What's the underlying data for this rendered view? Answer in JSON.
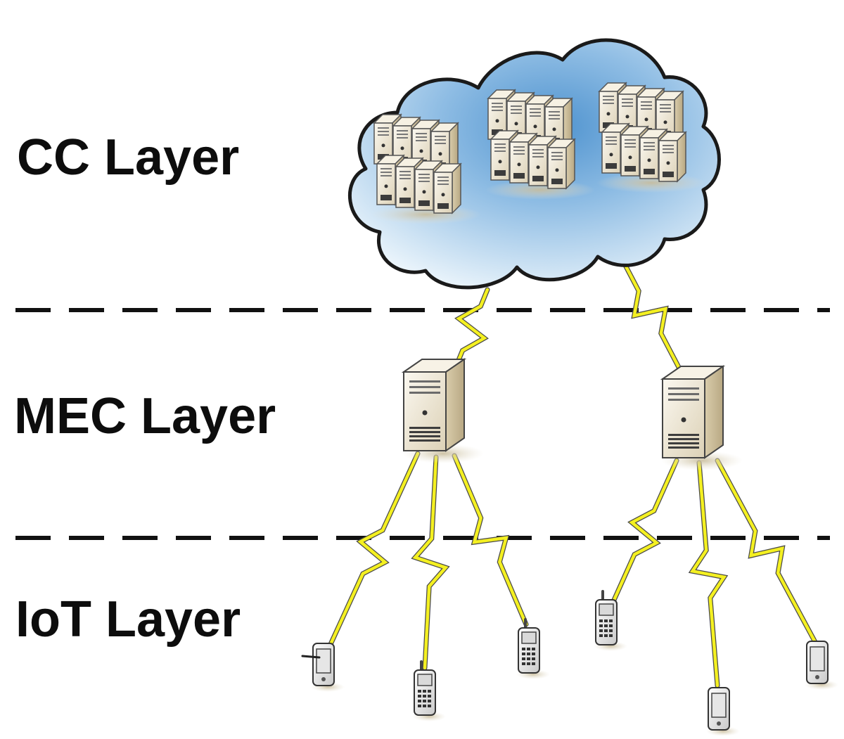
{
  "layers": {
    "cc": {
      "label": "CC Layer"
    },
    "mec": {
      "label": "MEC Layer"
    },
    "iot": {
      "label": "IoT Layer"
    }
  },
  "colors": {
    "cloud_fill": "#bcd8ef",
    "cloud_stroke": "#1a1a1a",
    "server_face": "#eee6d3",
    "server_side": "#cdbf9e",
    "link": "#f4f021",
    "link_stroke": "#4a4a4a",
    "divider": "#111111",
    "text": "#0d0d0d"
  },
  "nodes": {
    "cloud": {
      "icon": "cloud-icon",
      "contains": "server-rack-icon"
    },
    "mec_servers": [
      {
        "id": "mec-server-left",
        "icon": "tower-server-icon"
      },
      {
        "id": "mec-server-right",
        "icon": "tower-server-icon"
      }
    ],
    "iot_devices": [
      {
        "id": "iot-device-1",
        "icon": "pda-icon"
      },
      {
        "id": "iot-device-2",
        "icon": "mobile-phone-icon"
      },
      {
        "id": "iot-device-3",
        "icon": "mobile-phone-icon"
      },
      {
        "id": "iot-device-4",
        "icon": "mobile-phone-icon"
      },
      {
        "id": "iot-device-5",
        "icon": "pda-icon"
      },
      {
        "id": "iot-device-6",
        "icon": "pda-icon"
      }
    ]
  },
  "links": [
    {
      "from": "cloud",
      "to": "mec-server-left",
      "type": "wireless"
    },
    {
      "from": "cloud",
      "to": "mec-server-right",
      "type": "wireless"
    },
    {
      "from": "mec-server-left",
      "to": "iot-device-1",
      "type": "wireless"
    },
    {
      "from": "mec-server-left",
      "to": "iot-device-2",
      "type": "wireless"
    },
    {
      "from": "mec-server-left",
      "to": "iot-device-3",
      "type": "wireless"
    },
    {
      "from": "mec-server-right",
      "to": "iot-device-4",
      "type": "wireless"
    },
    {
      "from": "mec-server-right",
      "to": "iot-device-5",
      "type": "wireless"
    },
    {
      "from": "mec-server-right",
      "to": "iot-device-6",
      "type": "wireless"
    }
  ]
}
